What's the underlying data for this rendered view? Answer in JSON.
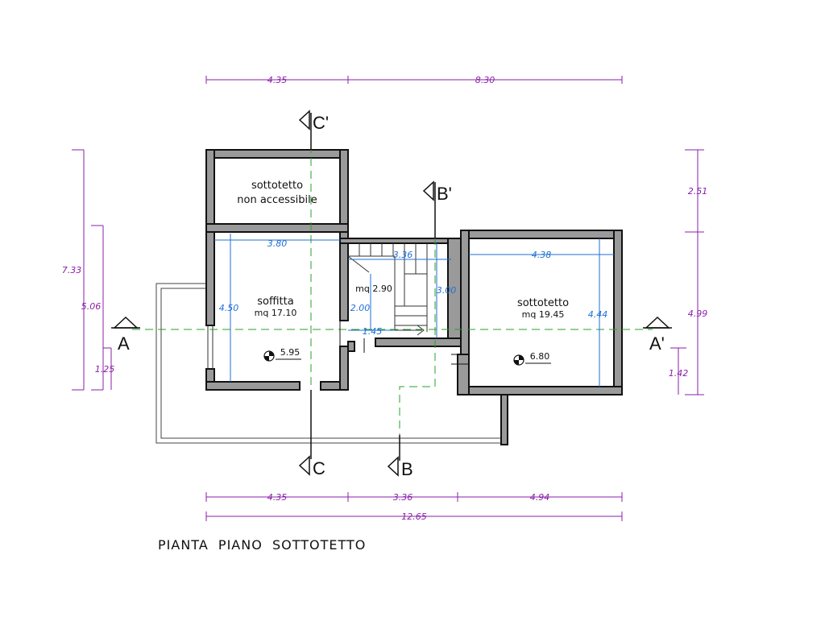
{
  "title": "PIANTA  PIANO  SOTTOTETTO",
  "rooms": {
    "sottotetto_na": {
      "line1": "sottotetto",
      "line2": "non accessibile"
    },
    "soffitta": {
      "name": "soffitta",
      "area": "mq 17.10",
      "level": "5.95"
    },
    "stair": {
      "area": "mq 2.90"
    },
    "sottotetto": {
      "name": "sottotetto",
      "area": "mq 19.45",
      "level": "6.80"
    }
  },
  "dims_purple": {
    "top1": "4.35",
    "top2": "8.30",
    "bot1": "4.35",
    "bot2": "3.36",
    "bot3": "4.94",
    "bot_total": "12.65",
    "left1": "7.33",
    "left2": "5.06",
    "left3": "1.25",
    "right1": "2.51",
    "right2": "4.99",
    "right3": "1.42"
  },
  "dims_blue": {
    "soffitta_w": "3.80",
    "soffitta_h": "4.50",
    "stair_w": "3.36",
    "stair_h": "3.00",
    "stair_h2": "2.00",
    "stair_w2": "1.45",
    "sottotetto_w": "4.38",
    "sottotetto_h": "4.44"
  },
  "sections": {
    "c_top": "C'",
    "c_bot": "C",
    "b_top": "B'",
    "b_bot": "B",
    "a_left": "A",
    "a_right": "A'"
  },
  "colors": {
    "purple": "#8a1fa8",
    "blue": "#1f6fd6",
    "green": "#2aa02a",
    "wall": "#9a9a9a"
  }
}
